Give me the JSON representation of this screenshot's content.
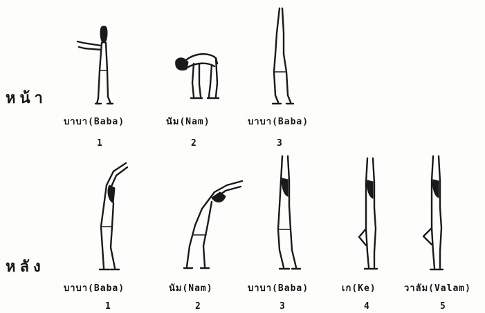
{
  "rows": [
    {
      "label": "หน้า",
      "poses": [
        {
          "caption": "บาบา(Baba)",
          "number": "1",
          "icon": "standing-arms-forward-figure"
        },
        {
          "caption": "นัม(Nam)",
          "number": "2",
          "icon": "bending-forward-figure"
        },
        {
          "caption": "บาบา(Baba)",
          "number": "3",
          "icon": "standing-arms-up-figure"
        }
      ]
    },
    {
      "label": "หลัง",
      "poses": [
        {
          "caption": "บาบา(Baba)",
          "number": "1",
          "icon": "arching-back-arms-up-figure"
        },
        {
          "caption": "นัม(Nam)",
          "number": "2",
          "icon": "deep-backbend-figure"
        },
        {
          "caption": "บาบา(Baba)",
          "number": "3",
          "icon": "standing-arms-up-figure"
        },
        {
          "caption": "เก(Ke)",
          "number": "4",
          "icon": "one-leg-raised-arms-up-figure"
        },
        {
          "caption": "วาลัม(Valam)",
          "number": "5",
          "icon": "one-leg-raised-arms-up-figure"
        }
      ]
    }
  ],
  "colors": {
    "ink": "#1a1a1a",
    "paper": "#fdfdfc"
  }
}
